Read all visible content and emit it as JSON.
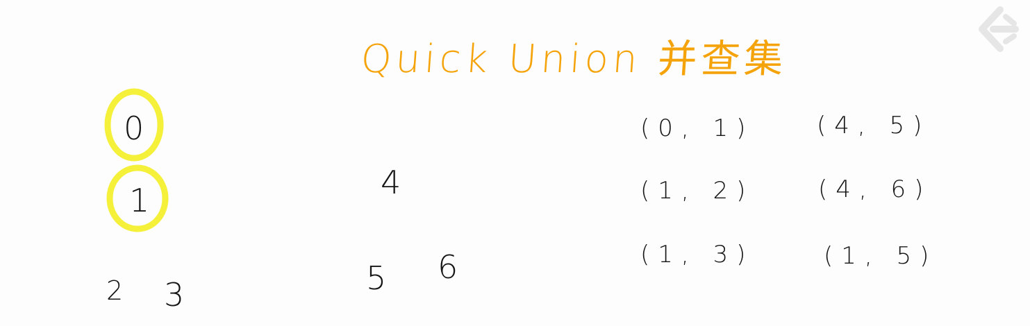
{
  "title": "Quick Union 并查集",
  "accent_color": "#f5a30a",
  "highlight_color": "#f5f03a",
  "nodes": [
    "0",
    "1",
    "2",
    "3",
    "4",
    "5",
    "6"
  ],
  "pairs": [
    "(0, 1)",
    "(1, 2)",
    "(1, 3)",
    "(4, 5)",
    "(4, 6)",
    "(1, 5)"
  ],
  "logo_icon": "brand-logo-icon"
}
